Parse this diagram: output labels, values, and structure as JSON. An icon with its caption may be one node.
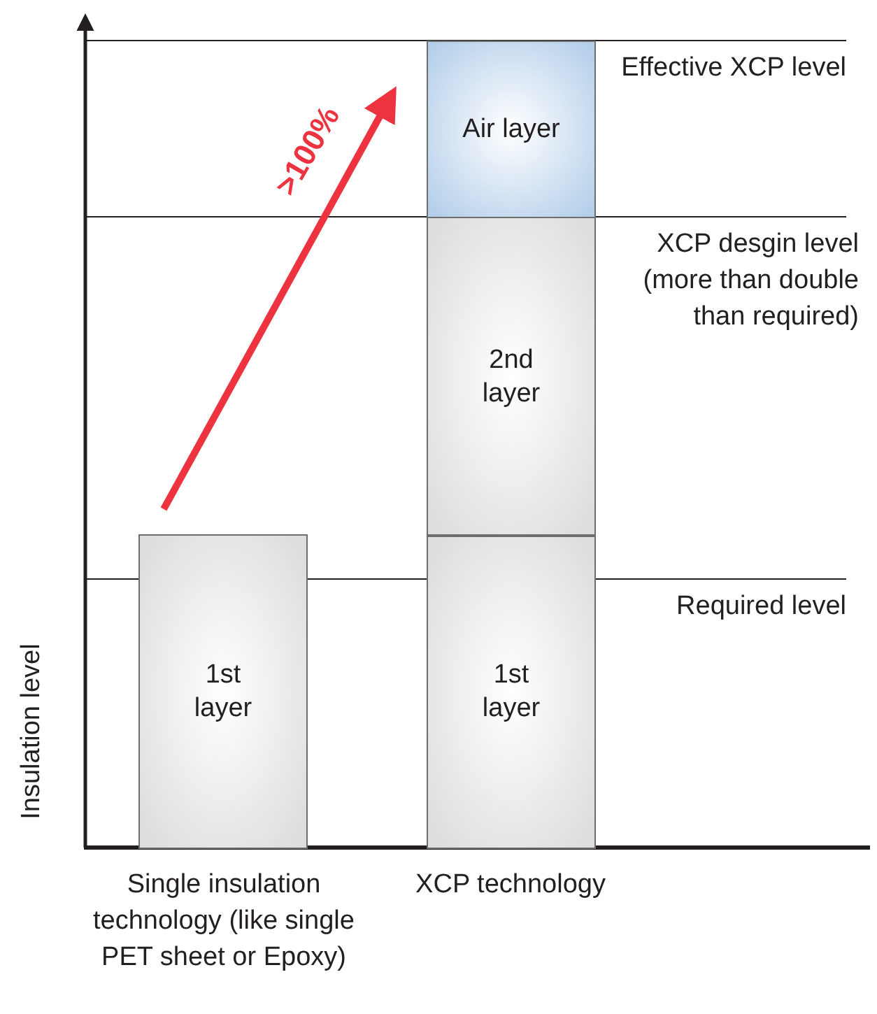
{
  "diagram": {
    "nodes": [
      {
        "text": [
          "Air layer"
        ]
      },
      {
        "text": [
          "2nd layer"
        ]
      },
      {
        "text": [
          "1st layer"
        ]
      },
      {
        "text": [
          "1st layer"
        ]
      }
    ],
    "labels": [
      "Effective XCP level",
      ">100%",
      "XCP desgin level (more than double than required)",
      "Required level",
      "Insulation level",
      "Single insulation technology (like single PET sheet or Epoxy)",
      "XCP technology"
    ]
  }
}
